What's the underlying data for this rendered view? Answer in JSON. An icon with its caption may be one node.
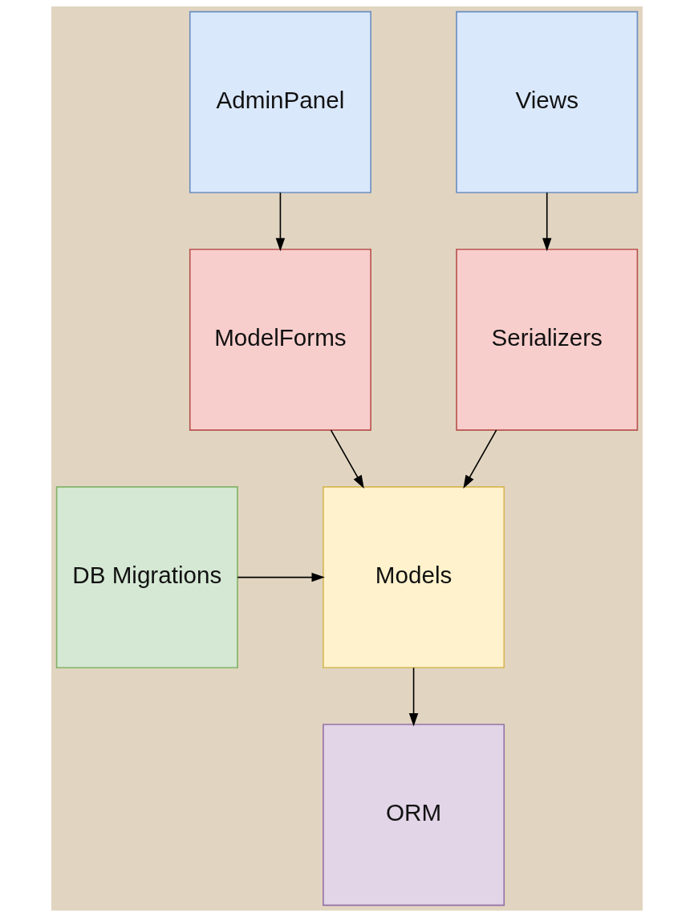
{
  "diagram": {
    "nodes": [
      {
        "text": [
          "AdminPanel"
        ]
      },
      {
        "text": [
          "Views"
        ]
      },
      {
        "text": [
          "ModelForms"
        ]
      },
      {
        "text": [
          "Serializers"
        ]
      },
      {
        "text": [
          "DB Migrations"
        ]
      },
      {
        "text": [
          "Models"
        ]
      },
      {
        "text": [
          "ORM"
        ]
      }
    ],
    "edges": [
      {
        "from": 0,
        "to": 2,
        "arrow": "to"
      },
      {
        "from": 1,
        "to": 3,
        "arrow": "to"
      },
      {
        "from": 2,
        "to": 5,
        "arrow": "to"
      },
      {
        "from": 3,
        "to": 5,
        "arrow": "to"
      },
      {
        "from": 4,
        "to": 5,
        "arrow": "to"
      },
      {
        "from": 5,
        "to": 6,
        "arrow": "to"
      }
    ]
  }
}
